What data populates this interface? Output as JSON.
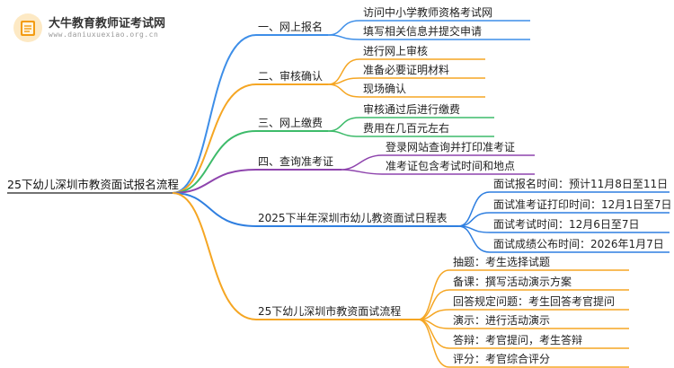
{
  "brand": {
    "name": "大牛教育教师证考试网",
    "url": "www.daniuxuexiao.org.cn",
    "logo_icon": "book-icon"
  },
  "colors": {
    "blue": "#3d8ee8",
    "orange": "#f5a623",
    "green": "#3dbb6a",
    "purple": "#8e44ad",
    "branch_blue": "#2f7fe0"
  },
  "root": "25下幼儿深圳市教资面试报名流程",
  "branches": [
    {
      "label": "一、网上报名",
      "color": "blue",
      "children": [
        "访问中小学教师资格考试网",
        "填写相关信息并提交申请"
      ]
    },
    {
      "label": "二、审核确认",
      "color": "orange",
      "children": [
        "进行网上审核",
        "准备必要证明材料",
        "现场确认"
      ]
    },
    {
      "label": "三、网上缴费",
      "color": "green",
      "children": [
        "审核通过后进行缴费",
        "费用在几百元左右"
      ]
    },
    {
      "label": "四、查询准考证",
      "color": "purple",
      "children": [
        "登录网站查询并打印准考证",
        "准考证包含考试时间和地点"
      ]
    },
    {
      "label": "2025下半年深圳市幼儿教资面试日程表",
      "color": "branch_blue",
      "children": [
        "面试报名时间：预计11月8日至11日",
        "面试准考证打印时间：12月1日至7日",
        "面试考试时间：12月6日至7日",
        "面试成绩公布时间：2026年1月7日"
      ]
    },
    {
      "label": "25下幼儿深圳市教资面试流程",
      "color": "orange",
      "children": [
        "抽题：考生选择试题",
        "备课：撰写活动演示方案",
        "回答规定问题：考生回答考官提问",
        "演示：进行活动演示",
        "答辩：考官提问，考生答辩",
        "评分：考官综合评分"
      ]
    }
  ]
}
